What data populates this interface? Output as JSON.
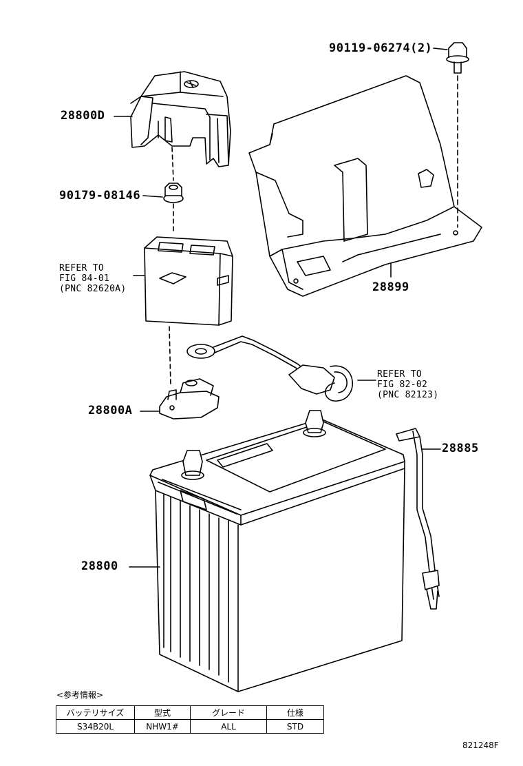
{
  "parts": {
    "bolt": "90119-06274(2)",
    "holder_clamp": "28800D",
    "nut": "90179-08146",
    "tray": "28899",
    "battery_clamp": "28800A",
    "vent_hose": "28885",
    "battery": "28800"
  },
  "references": {
    "fuse": [
      "REFER TO",
      "FIG 84-01",
      "(PNC 82620A)"
    ],
    "cable": [
      "REFER TO",
      "FIG 82-02",
      "(PNC 82123)"
    ]
  },
  "info": {
    "title": "<参考情報>",
    "headers": [
      "バッテリサイズ",
      "型式",
      "グレード",
      "仕様"
    ],
    "row": [
      "S34B20L",
      "NHW1#",
      "ALL",
      "STD"
    ]
  },
  "diagram_id": "821248F"
}
